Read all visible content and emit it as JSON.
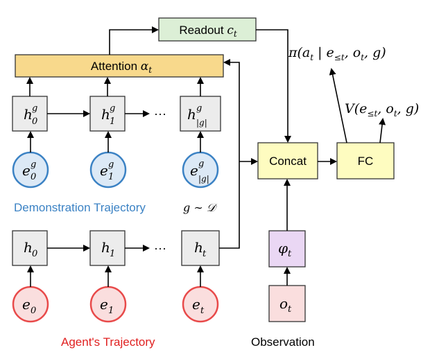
{
  "readout": {
    "prefix": "Readout ",
    "var": "c",
    "sub": "t"
  },
  "attention": {
    "prefix": "Attention ",
    "var": "α",
    "sub": "t"
  },
  "demo_hidden": [
    {
      "base": "h",
      "sub": "0",
      "sup": "g"
    },
    {
      "base": "h",
      "sub": "1",
      "sup": "g"
    },
    {
      "base": "h",
      "sub": "|g|",
      "sup": "g"
    }
  ],
  "demo_embed": [
    {
      "base": "e",
      "sub": "0",
      "sup": "g"
    },
    {
      "base": "e",
      "sub": "1",
      "sup": "g"
    },
    {
      "base": "e",
      "sub": "|g|",
      "sup": "g"
    }
  ],
  "agent_hidden": [
    {
      "base": "h",
      "sub": "0"
    },
    {
      "base": "h",
      "sub": "1"
    },
    {
      "base": "h",
      "sub": "t"
    }
  ],
  "agent_embed": [
    {
      "base": "e",
      "sub": "0"
    },
    {
      "base": "e",
      "sub": "1"
    },
    {
      "base": "e",
      "sub": "t"
    }
  ],
  "ellipsis": "···",
  "concat_label": "Concat",
  "fc_label": "FC",
  "phi": {
    "base": "φ",
    "sub": "t"
  },
  "obs": {
    "base": "o",
    "sub": "t"
  },
  "demo_caption": "Demonstration Trajectory",
  "demo_dist": "g ∼ 𝒟",
  "agent_caption": "Agent's Trajectory",
  "obs_caption": "Observation",
  "policy_label": "π(a_t | e_≤t, o_t, g)",
  "value_label": "V(e_≤t, o_t, g)",
  "colors": {
    "demo_blue": "#3b82c4",
    "agent_red": "#e02020",
    "attention_fill": "#f8d98c",
    "readout_fill": "#dcefd6",
    "concat_fill": "#fefcc0",
    "phi_fill": "#ead7f4",
    "obs_fill": "#fadede",
    "box_fill": "#ececec"
  }
}
